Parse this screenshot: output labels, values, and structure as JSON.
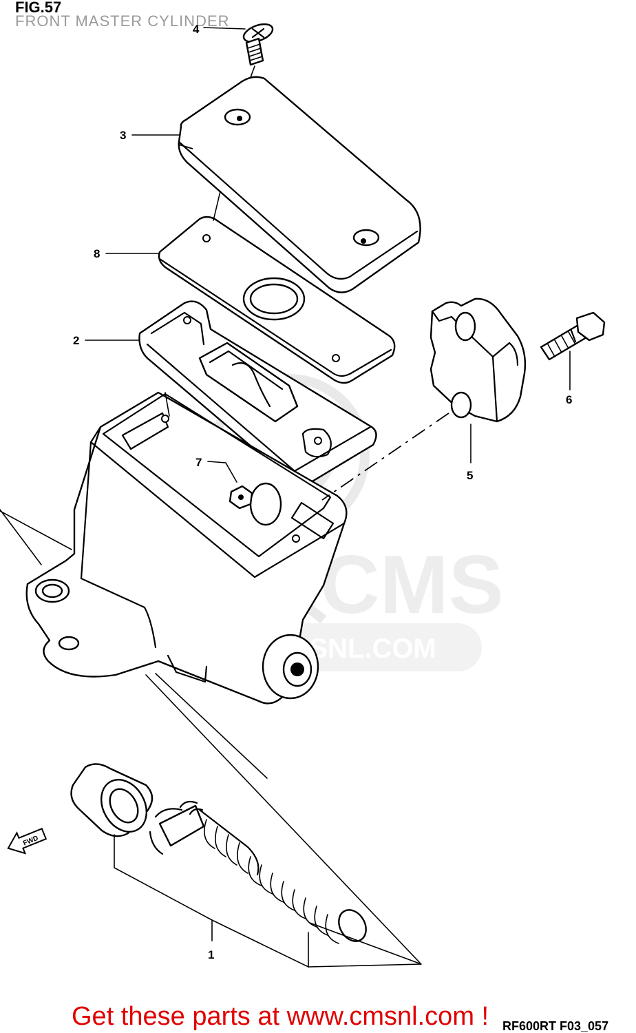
{
  "figure": {
    "number": "FIG.57",
    "title": "FRONT MASTER CYLINDER",
    "drawing_code": "RF600RT F03_057"
  },
  "watermark": {
    "logo_text": "CMS",
    "url_text": "WWW.CMSNL.COM"
  },
  "callouts": [
    {
      "id": "1",
      "label": "1"
    },
    {
      "id": "2",
      "label": "2"
    },
    {
      "id": "3",
      "label": "3"
    },
    {
      "id": "4",
      "label": "4"
    },
    {
      "id": "5",
      "label": "5"
    },
    {
      "id": "6",
      "label": "6"
    },
    {
      "id": "7",
      "label": "7"
    },
    {
      "id": "8",
      "label": "8"
    }
  ],
  "direction_indicator": {
    "label": "FWD",
    "icon": "fwd-arrow-icon"
  },
  "cta": {
    "text": "Get these parts at www.cmsnl.com !",
    "color": "#e00000"
  }
}
